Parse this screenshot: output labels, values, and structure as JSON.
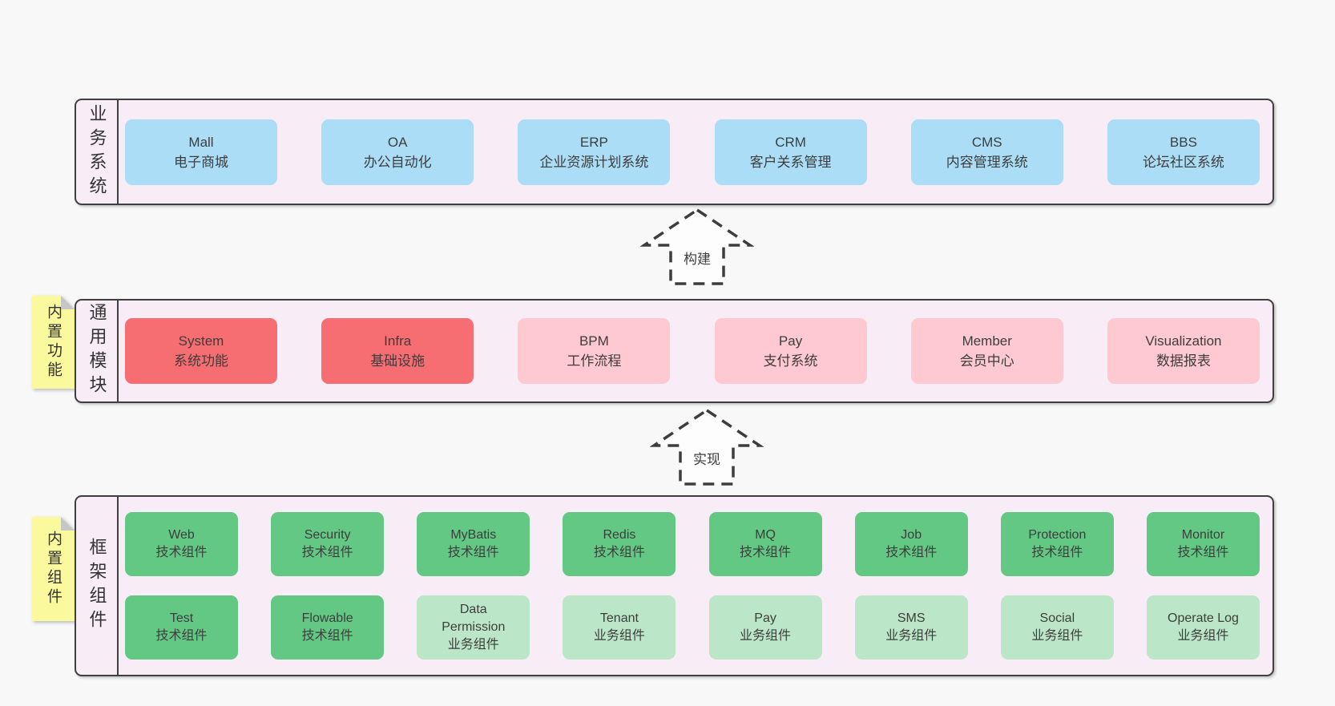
{
  "colors": {
    "page_background": "#f8f8f8",
    "panel_background": "#f8edf6",
    "panel_border": "#3f3f3f",
    "box_blue": "#abdef6",
    "box_red": "#f76e72",
    "box_pink": "#ffc9d2",
    "box_green": "#63c883",
    "box_green_light": "#bce6c8",
    "note_yellow": "#fbf99e",
    "note_fold_gray": "#c6c6c6",
    "text": "#3d3d3d",
    "arrow_stroke": "#3d3d3d"
  },
  "sections": [
    {
      "label": "业务系统",
      "boxes": [
        {
          "title": "Mall",
          "subtitle": "电子商城",
          "variant": "blue"
        },
        {
          "title": "OA",
          "subtitle": "办公自动化",
          "variant": "blue"
        },
        {
          "title": "ERP",
          "subtitle": "企业资源计划系统",
          "variant": "blue"
        },
        {
          "title": "CRM",
          "subtitle": "客户关系管理",
          "variant": "blue"
        },
        {
          "title": "CMS",
          "subtitle": "内容管理系统",
          "variant": "blue"
        },
        {
          "title": "BBS",
          "subtitle": "论坛社区系统",
          "variant": "blue"
        }
      ]
    },
    {
      "label": "通用模块",
      "note": "内置功能",
      "boxes": [
        {
          "title": "System",
          "subtitle": "系统功能",
          "variant": "red"
        },
        {
          "title": "Infra",
          "subtitle": "基础设施",
          "variant": "red"
        },
        {
          "title": "BPM",
          "subtitle": "工作流程",
          "variant": "pink"
        },
        {
          "title": "Pay",
          "subtitle": "支付系统",
          "variant": "pink"
        },
        {
          "title": "Member",
          "subtitle": "会员中心",
          "variant": "pink"
        },
        {
          "title": "Visualization",
          "subtitle": "数据报表",
          "variant": "pink"
        }
      ]
    },
    {
      "label": "框架组件",
      "note": "内置组件",
      "rows": [
        [
          {
            "title": "Web",
            "subtitle": "技术组件",
            "variant": "green"
          },
          {
            "title": "Security",
            "subtitle": "技术组件",
            "variant": "green"
          },
          {
            "title": "MyBatis",
            "subtitle": "技术组件",
            "variant": "green"
          },
          {
            "title": "Redis",
            "subtitle": "技术组件",
            "variant": "green"
          },
          {
            "title": "MQ",
            "subtitle": "技术组件",
            "variant": "green"
          },
          {
            "title": "Job",
            "subtitle": "技术组件",
            "variant": "green"
          },
          {
            "title": "Protection",
            "subtitle": "技术组件",
            "variant": "green"
          },
          {
            "title": "Monitor",
            "subtitle": "技术组件",
            "variant": "green"
          }
        ],
        [
          {
            "title": "Test",
            "subtitle": "技术组件",
            "variant": "green"
          },
          {
            "title": "Flowable",
            "subtitle": "技术组件",
            "variant": "green"
          },
          {
            "title": "Data Permission",
            "subtitle": "业务组件",
            "variant": "green-light"
          },
          {
            "title": "Tenant",
            "subtitle": "业务组件",
            "variant": "green-light"
          },
          {
            "title": "Pay",
            "subtitle": "业务组件",
            "variant": "green-light"
          },
          {
            "title": "SMS",
            "subtitle": "业务组件",
            "variant": "green-light"
          },
          {
            "title": "Social",
            "subtitle": "业务组件",
            "variant": "green-light"
          },
          {
            "title": "Operate Log",
            "subtitle": "业务组件",
            "variant": "green-light"
          }
        ]
      ]
    }
  ],
  "arrows": [
    {
      "label": "构建"
    },
    {
      "label": "实现"
    }
  ]
}
